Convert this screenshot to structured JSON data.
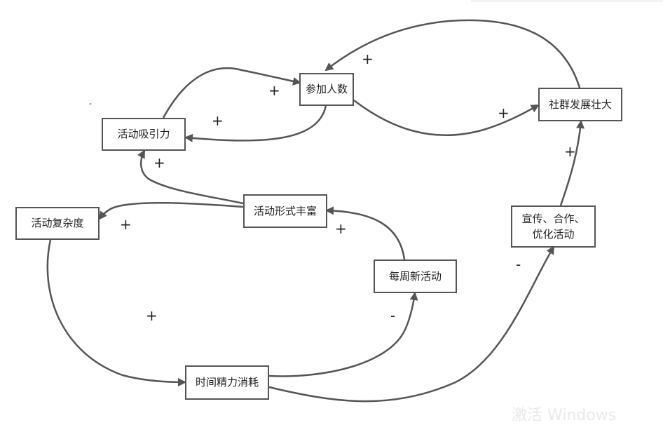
{
  "nodes": {
    "participants": "参加人数",
    "appeal": "活动吸引力",
    "community_growth": "社群发展壮大",
    "complexity": "活动复杂度",
    "rich_forms": "活动形式丰富",
    "promotion_line1": "宣传、合作、",
    "promotion_line2": "优化活动",
    "weekly_new": "每周新活动",
    "time_energy": "时间精力消耗"
  },
  "edges": [
    {
      "from": "appeal",
      "to": "participants",
      "sign": "+"
    },
    {
      "from": "participants",
      "to": "appeal",
      "sign": "+"
    },
    {
      "from": "participants",
      "to": "community_growth",
      "sign": "+"
    },
    {
      "from": "community_growth",
      "to": "participants",
      "sign": "+"
    },
    {
      "from": "rich_forms",
      "to": "appeal",
      "sign": "+"
    },
    {
      "from": "rich_forms",
      "to": "complexity",
      "sign": "+"
    },
    {
      "from": "weekly_new",
      "to": "rich_forms",
      "sign": "+"
    },
    {
      "from": "complexity",
      "to": "time_energy",
      "sign": "+"
    },
    {
      "from": "time_energy",
      "to": "weekly_new",
      "sign": "-"
    },
    {
      "from": "time_energy",
      "to": "promotion",
      "sign": "-"
    },
    {
      "from": "promotion",
      "to": "community_growth",
      "sign": "+"
    }
  ],
  "stray_mark": "-",
  "watermark": "激活 Windows",
  "colors": {
    "line": "#555555",
    "border": "#555555",
    "text": "#222222"
  }
}
